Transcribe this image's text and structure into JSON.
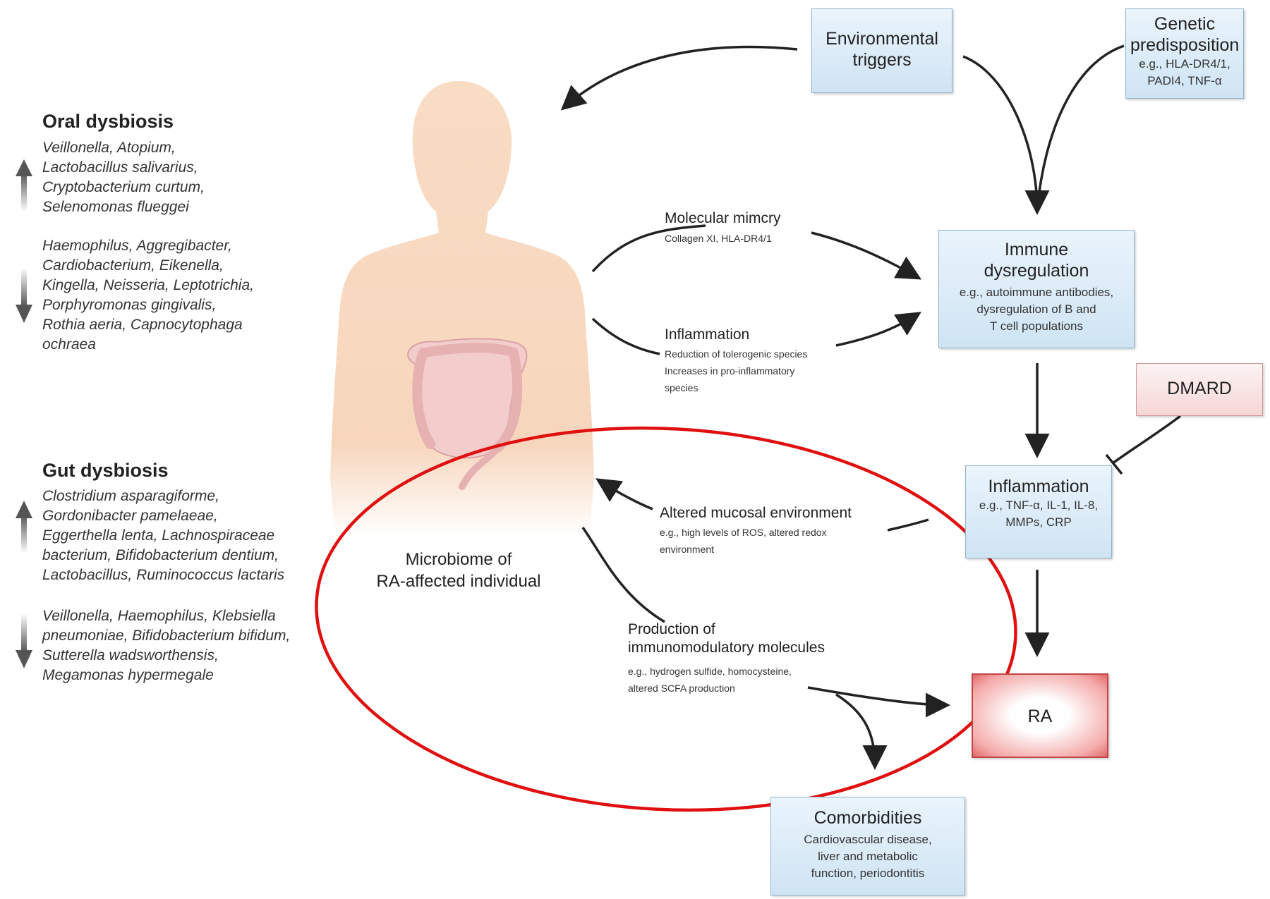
{
  "environmental_triggers": "Environmental triggers",
  "genetic": {
    "title": "Genetic predisposition",
    "sub1": "e.g., HLA-DR4/1,",
    "sub2": "PADI4, TNF-α"
  },
  "immune": {
    "title1": "Immune",
    "title2": "dysregulation",
    "sub1": "e.g., autoimmune antibodies,",
    "sub2": "dysregulation of B and",
    "sub3": "T cell populations"
  },
  "dmard": "DMARD",
  "inflammation_box": {
    "title": "Inflammation",
    "sub1": "e.g., TNF-α, IL-1, IL-8,",
    "sub2": "MMPs, CRP"
  },
  "ra": "RA",
  "comorbidities": {
    "title": "Comorbidities",
    "sub1": "Cardiovascular disease,",
    "sub2": "liver and metabolic",
    "sub3": "function, periodontitis"
  },
  "oral": {
    "heading": "Oral dysbiosis",
    "up": [
      "Veillonella, Atopium,",
      "Lactobacillus salivarius,",
      "Cryptobacterium curtum,",
      "Selenomonas flueggei"
    ],
    "down": [
      "Haemophilus, Aggregibacter,",
      "Cardiobacterium, Eikenella,",
      "Kingella, Neisseria, Leptotrichia,",
      "Porphyromonas gingivalis,",
      "Rothia aeria, Capnocytophaga",
      "ochraea"
    ]
  },
  "gut": {
    "heading": "Gut dysbiosis",
    "up": [
      "Clostridium asparagiforme,",
      "Gordonibacter pamelaeae,",
      "Eggerthella lenta, Lachnospiraceae",
      "bacterium, Bifidobacterium dentium,",
      "Lactobacillus, Ruminococcus lactaris"
    ],
    "down": [
      "Veillonella, Haemophilus, Klebsiella",
      "pneumoniae, Bifidobacterium bifidum,",
      "Sutterella wadsworthensis,",
      "Megamonas hypermegale"
    ]
  },
  "mimicry": {
    "title": "Molecular mimcry",
    "sub": "Collagen XI, HLA-DR4/1"
  },
  "inflammation_path": {
    "title": "Inflammation",
    "sub1": "Reduction of tolerogenic species",
    "sub2": "Increases in pro-inflammatory",
    "sub3": "species"
  },
  "mucosal": {
    "title": "Altered mucosal environment",
    "sub1": "e.g., high levels of ROS, altered redox",
    "sub2": "environment"
  },
  "production": {
    "title1": "Production of",
    "title2": "immunomodulatory molecules",
    "sub1": "e.g., hydrogen sulfide, homocysteine,",
    "sub2": "altered SCFA production"
  },
  "microbiome_label": {
    "line1": "Microbiome of",
    "line2": "RA-affected individual"
  },
  "colors": {
    "box_blue": "#d7e9f7",
    "box_pink": "#f5d6d6",
    "ra_red": "#e06a6a",
    "ellipse_red": "#e01010",
    "body_skin": "#f7d4b8"
  }
}
